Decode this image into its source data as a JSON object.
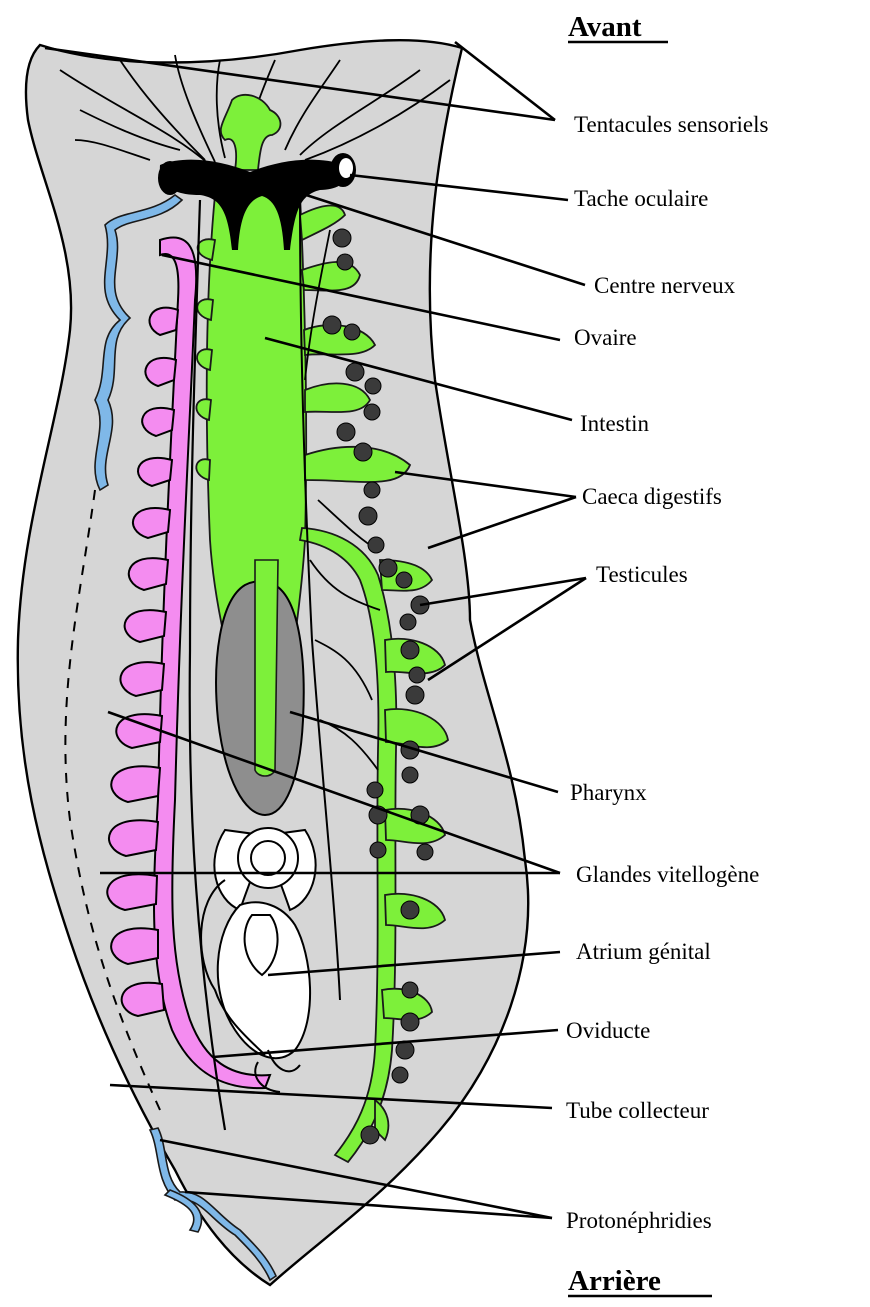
{
  "headers": {
    "front": "Avant",
    "back": "Arrière"
  },
  "labels": {
    "tentacles": "Tentacules sensoriels",
    "eyespot": "Tache oculaire",
    "nerve_center": "Centre nerveux",
    "ovary": "Ovaire",
    "intestine": "Intestin",
    "digestive_caeca": "Caeca digestifs",
    "testes": "Testicules",
    "pharynx": "Pharynx",
    "vitelline_glands": "Glandes vitellogène",
    "genital_atrium": "Atrium génital",
    "oviduct": "Oviducte",
    "collecting_tube": "Tube collecteur",
    "protonephridia": "Protonéphridies"
  },
  "colors": {
    "body": "#d6d6d6",
    "intestine": "#7df03a",
    "ovary_vitelline": "#f48cf0",
    "protonephridia": "#7fb8e8",
    "nervous_system": "#000000",
    "pharynx": "#8e8e8e",
    "testes": "#3a3a3a",
    "genital_organs": "#ffffff"
  }
}
